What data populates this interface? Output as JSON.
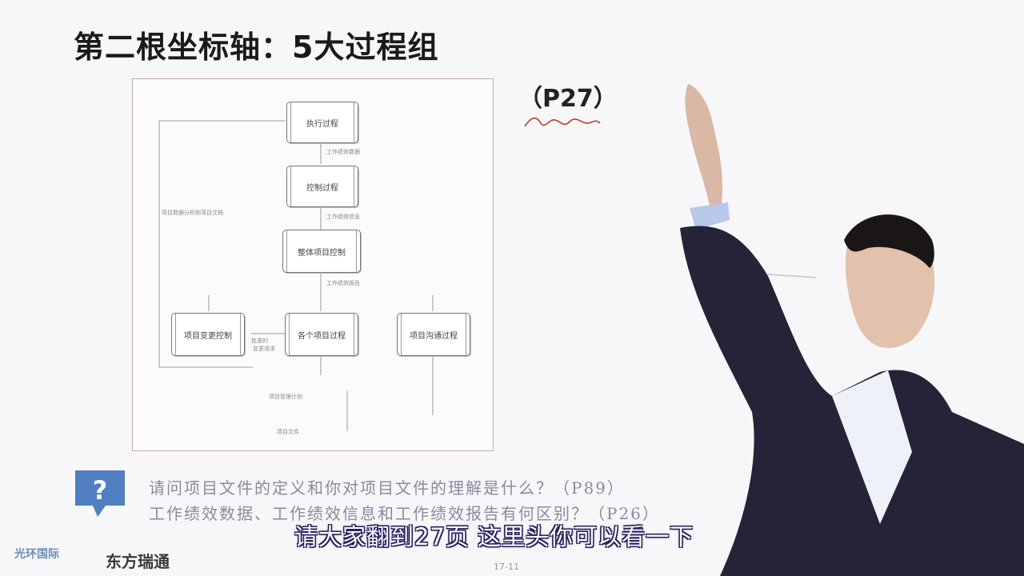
{
  "slide": {
    "title": "第二根坐标轴：5大过程组",
    "page_ref": "（P27）",
    "page_number": "17-11"
  },
  "diagram": {
    "nodes": {
      "execute": "执行过程",
      "control": "控制过程",
      "integrated": "整体项目控制",
      "change": "项目变更控制",
      "each": "各个项目过程",
      "comm": "项目沟通过程"
    },
    "edge_labels": {
      "e1": "工作绩效数据",
      "e2": "工作绩效信息",
      "e3": "工作绩效报告",
      "side": "项目数据分析和项目文档",
      "change_note1": "批准的",
      "change_note2": "变更请求",
      "bottom1": "项目管理计划",
      "bottom2": "项目文件"
    }
  },
  "questions": {
    "q1": "请问项目文件的定义和你对项目文件的理解是什么？（P89）",
    "q2": "工作绩效数据、工作绩效信息和工作绩效报告有何区别？（P26）"
  },
  "subtitle": "请大家翻到27页 这里头你可以看一下",
  "brand": {
    "logo1": "光环国际",
    "logo2": "东方瑞通"
  },
  "colors": {
    "accent": "#4f7fc0",
    "subtitle_outline": "#2a2060"
  }
}
